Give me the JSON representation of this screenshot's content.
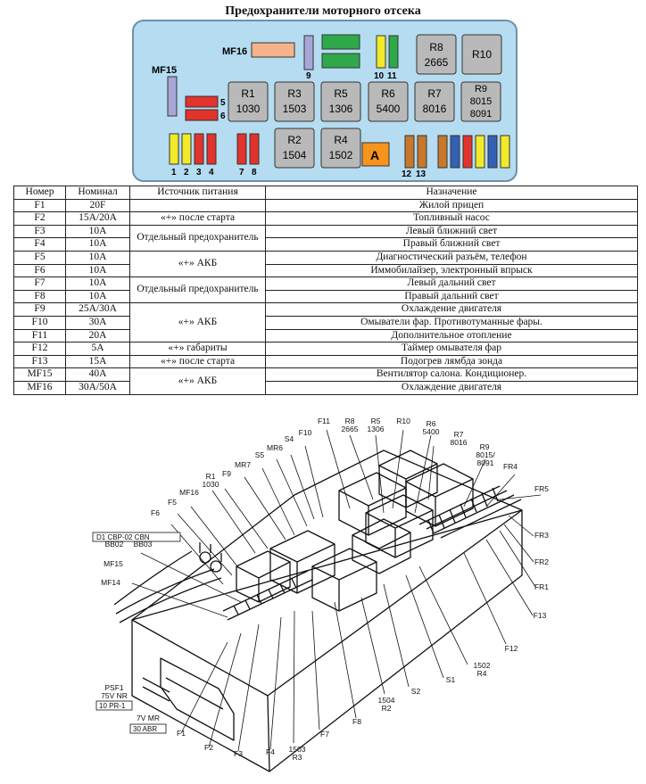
{
  "title": "Предохранители моторного отсека",
  "box": {
    "labels": {
      "mf15": "MF15",
      "mf16": "MF16",
      "n5": "5",
      "n6": "6",
      "n9": "9",
      "n10": "10",
      "n11": "11",
      "n1": "1",
      "n2": "2",
      "n3": "3",
      "n4": "4",
      "n7": "7",
      "n8": "8",
      "n12": "12",
      "n13": "13",
      "a": "A"
    },
    "relays": [
      {
        "name": "R8",
        "code": "2665"
      },
      {
        "name": "R10",
        "code": ""
      },
      {
        "name": "R1",
        "code": "1030"
      },
      {
        "name": "R3",
        "code": "1503"
      },
      {
        "name": "R5",
        "code": "1306"
      },
      {
        "name": "R6",
        "code": "5400"
      },
      {
        "name": "R7",
        "code": "8016"
      },
      {
        "name": "R9",
        "code": "8015",
        "code2": "8091"
      },
      {
        "name": "R2",
        "code": "1504"
      },
      {
        "name": "R4",
        "code": "1502"
      }
    ],
    "colors": {
      "panel": "#b5dcf0",
      "red": "#e2332c",
      "yellow": "#f1ea2a",
      "green": "#2fa84a",
      "orange": "#f7931d",
      "brown": "#c7782a",
      "blue": "#3461b5",
      "lilac": "#a8a6d6",
      "salmon": "#f4b38a",
      "relay": "#b9b9ba"
    }
  },
  "table": {
    "headers": [
      "Номер",
      "Номинал",
      "Источник питания",
      "Назначение"
    ],
    "rows": [
      {
        "num": "F1",
        "nom": "20F",
        "src": "",
        "dest": "Жилой прицеп"
      },
      {
        "num": "F2",
        "nom": "15A/20A",
        "src": "«+» после старта",
        "dest": "Топливный насос"
      },
      {
        "num": "F3",
        "nom": "10A",
        "src": "Отдельный предохранитель",
        "dest": "Левый ближний свет"
      },
      {
        "num": "F4",
        "nom": "10A",
        "dest": "Правый ближний свет"
      },
      {
        "num": "F5",
        "nom": "10A",
        "src": "«+» АКБ",
        "dest": "Диагностический разъём, телефон"
      },
      {
        "num": "F6",
        "nom": "10A",
        "dest": "Иммобилайзер, электронный впрыск"
      },
      {
        "num": "F7",
        "nom": "10A",
        "src": "Отдельный предохранитель",
        "dest": "Левый дальний свет"
      },
      {
        "num": "F8",
        "nom": "10A",
        "dest": "Правый дальний свет"
      },
      {
        "num": "F9",
        "nom": "25A/30A",
        "src": "«+» АКБ",
        "dest": "Охлаждение двигателя"
      },
      {
        "num": "F10",
        "nom": "30A",
        "dest": "Омыватели фар. Противотуманные фары."
      },
      {
        "num": "F11",
        "nom": "20A",
        "dest": "Дополнительное отопление"
      },
      {
        "num": "F12",
        "nom": "5A",
        "src": "«+» габариты",
        "dest": "Таймер омывателя фар"
      },
      {
        "num": "F13",
        "nom": "15A",
        "src": "«+» после старта",
        "dest": "Подогрев лямбда зонда"
      },
      {
        "num": "MF15",
        "nom": "40A",
        "src": "«+» АКБ",
        "dest": "Вентилятор салона. Кондиционер."
      },
      {
        "num": "MF16",
        "nom": "30A/50A",
        "dest": "Охлаждение двигателя"
      }
    ]
  },
  "drawing": {
    "top_labels": {
      "f11": "F11",
      "r8": "R8",
      "r8c": "2665",
      "r5": "R5",
      "r5c": "1306",
      "r10": "R10",
      "r6": "R6",
      "r6c": "5400",
      "f10": "F10",
      "r7": "R7",
      "r7c": "8016",
      "s4": "S4",
      "mr6": "MR6",
      "r9": "R9",
      "r9c": "8015/",
      "r9c2": "8091",
      "s5": "S5",
      "fr4": "FR4",
      "mr7": "MR7",
      "f9": "F9",
      "r1": "R1",
      "r1c": "1030",
      "mf16": "MF16",
      "fr5": "FR5"
    },
    "left_labels": {
      "f5": "F5",
      "f6": "F6",
      "conn": "D1 CBP-02 CBN",
      "bb02": "BB02",
      "bb03": "BB03",
      "mf15": "MF15",
      "mf14": "MF14",
      "psf1": "PSF1",
      "v75": "75V NR",
      "pr": "10 PR-1",
      "v7": "7V MR",
      "abr": "30 ABR"
    },
    "right_labels": {
      "fr3": "FR3",
      "fr2": "FR2",
      "fr1": "FR1",
      "f13": "F13",
      "f12": "F12",
      "n1502": "1502",
      "r4": "R4",
      "s1": "S1",
      "s2": "S2",
      "n1504": "1504",
      "r2": "R2",
      "f8": "F8",
      "f7": "F7",
      "n1503": "1503",
      "r3": "R3",
      "f4": "F4",
      "f3": "F3",
      "f2": "F2",
      "f1": "F1"
    }
  }
}
